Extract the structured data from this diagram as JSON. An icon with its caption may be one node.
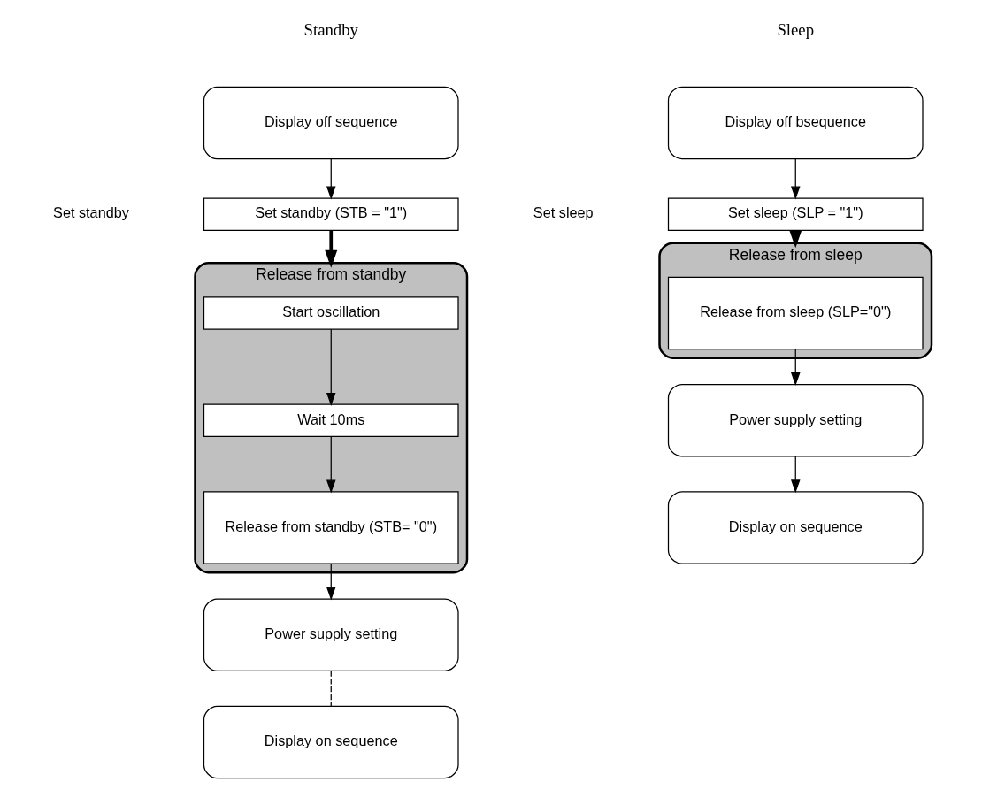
{
  "diagram": {
    "nodes": [
      {
        "text": [
          "Display off sequence"
        ]
      },
      {
        "text": [
          "Set standby (STB = \"1\")"
        ]
      },
      {
        "text": [
          "Release from standby"
        ]
      },
      {
        "text": [
          "Start oscillation"
        ],
        "in": 2
      },
      {
        "text": [
          "Wait 10ms"
        ],
        "in": 2
      },
      {
        "text": [
          "Release from standby (STB= \"0\")"
        ],
        "in": 2
      },
      {
        "text": [
          "Power supply setting"
        ]
      },
      {
        "text": [
          "Display on sequence"
        ]
      },
      {
        "text": [
          "Display off bsequence"
        ]
      },
      {
        "text": [
          "Set sleep (SLP = \"1\")"
        ]
      },
      {
        "text": [
          "Release from sleep"
        ]
      },
      {
        "text": [
          "Release from sleep (SLP=\"0\")"
        ],
        "in": 10
      },
      {
        "text": [
          "Power supply setting"
        ]
      },
      {
        "text": [
          "Display on sequence"
        ]
      }
    ],
    "edges": [
      {
        "from": 0,
        "to": 1,
        "arrow": "to"
      },
      {
        "from": 1,
        "to": 2,
        "arrow": "to",
        "style": "thick"
      },
      {
        "from": 3,
        "to": 4,
        "arrow": "to"
      },
      {
        "from": 4,
        "to": 5,
        "arrow": "to"
      },
      {
        "from": 5,
        "to": 6,
        "arrow": "to"
      },
      {
        "from": 6,
        "to": 7,
        "arrow": "none",
        "style": "dashed"
      },
      {
        "from": 8,
        "to": 9,
        "arrow": "to"
      },
      {
        "from": 9,
        "to": 10,
        "arrow": "to",
        "style": "thick"
      },
      {
        "from": 11,
        "to": 12,
        "arrow": "to"
      },
      {
        "from": 12,
        "to": 13,
        "arrow": "to"
      }
    ],
    "labels": [
      "Standby",
      "Sleep",
      "Set standby",
      "Set sleep"
    ]
  }
}
